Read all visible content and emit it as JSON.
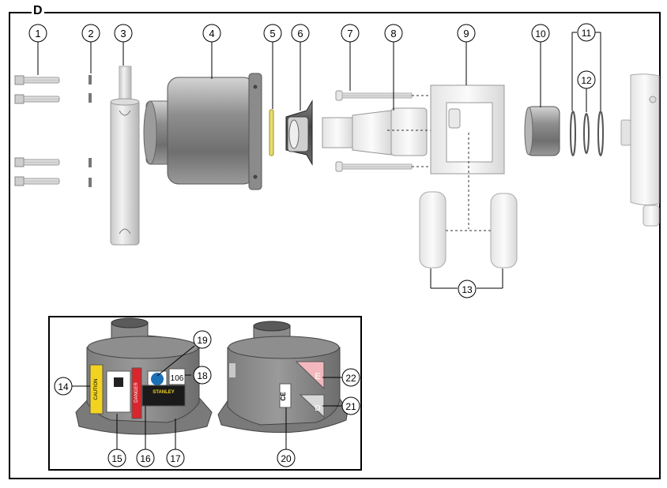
{
  "section": {
    "letter": "D"
  },
  "callouts": {
    "c1": "1",
    "c2": "2",
    "c3": "3",
    "c4": "4",
    "c5": "5",
    "c6": "6",
    "c7": "7",
    "c8": "8",
    "c9": "9",
    "c10": "10",
    "c11": "11",
    "c12": "12",
    "c13": "13",
    "c14": "14",
    "c15": "15",
    "c16": "16",
    "c17": "17",
    "c18": "18",
    "c19": "19",
    "c20": "20",
    "c21": "21",
    "c22": "22"
  },
  "labels": {
    "brand": "STANLEY",
    "danger": "DANGER",
    "caution": "CAUTION",
    "noise": "106",
    "ce": "CE",
    "letter_e": "E",
    "letter_d": "D"
  }
}
